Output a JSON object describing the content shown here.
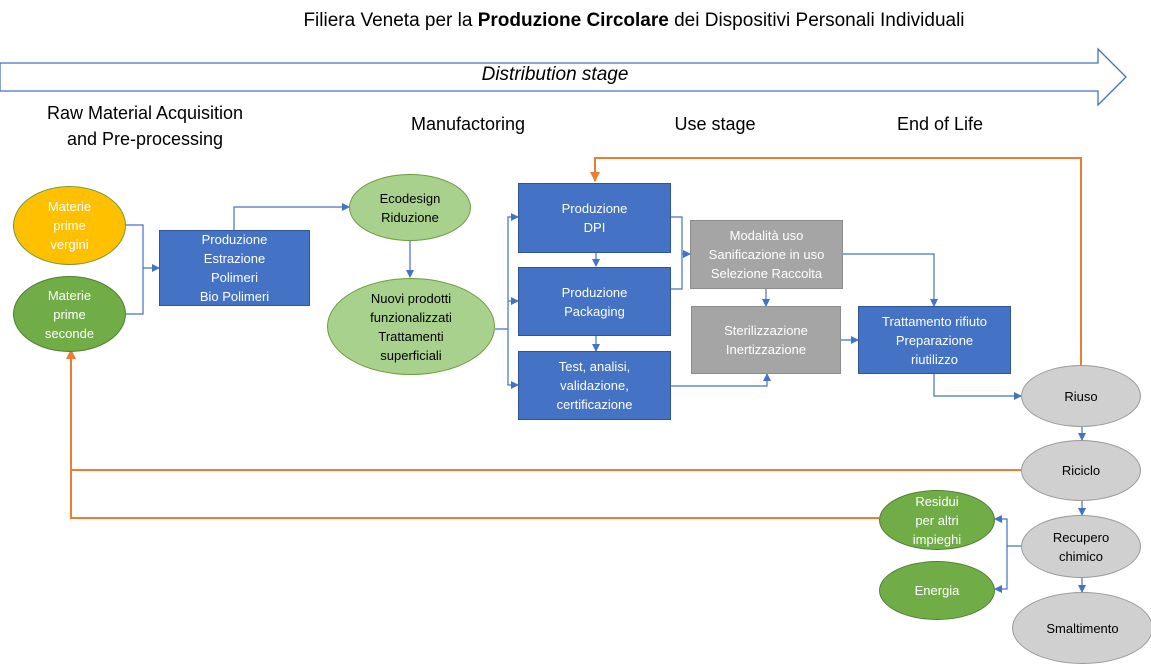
{
  "title": {
    "part1": "Filiera Veneta per la ",
    "bold": "Produzione Circolare",
    "part2": " dei Dispositivi Personali Individuali"
  },
  "distribution_stage": "Distribution stage",
  "stages": {
    "raw_material": "Raw Material Acquisition\nand Pre-processing",
    "manufacturing": "Manufactoring",
    "use": "Use stage",
    "end_of_life": "End of Life"
  },
  "nodes": {
    "materie_vergini": "Materie\nprime\nvergini",
    "materie_seconde": "Materie\nprime\nseconde",
    "produzione_estrazione": "Produzione\nEstrazione\nPolimeri\nBio Polimeri",
    "ecodesign": "Ecodesign\nRiduzione",
    "nuovi_prodotti": "Nuovi prodotti\nfunzionalizzati\nTrattamenti\nsuperficiali",
    "produzione_dpi": "Produzione\nDPI",
    "produzione_packaging": "Produzione\nPackaging",
    "test": "Test, analisi,\nvalidazione,\ncertificazione",
    "modalita_uso": "Modalità uso\nSanificazione in uso\nSelezione Raccolta",
    "sterilizzazione": "Sterilizzazione\nInertizzazione",
    "trattamento_rifiuto": "Trattamento rifiuto\nPreparazione\nriutilizzo",
    "riuso": "Riuso",
    "riciclo": "Riciclo",
    "recupero_chimico": "Recupero\nchimico",
    "smaltimento": "Smaltimento",
    "residui": "Residui\nper altri\nimpieghi",
    "energia": "Energia"
  },
  "colors": {
    "blue_box": "#4472c4",
    "grey_box": "#a5a5a5",
    "yellow": "#ffc000",
    "dark_green": "#70ad47",
    "light_green": "#a9d18e",
    "light_grey": "#d0d0d0",
    "blue_arrow": "#4472c4",
    "orange_arrow": "#ed7d31"
  }
}
